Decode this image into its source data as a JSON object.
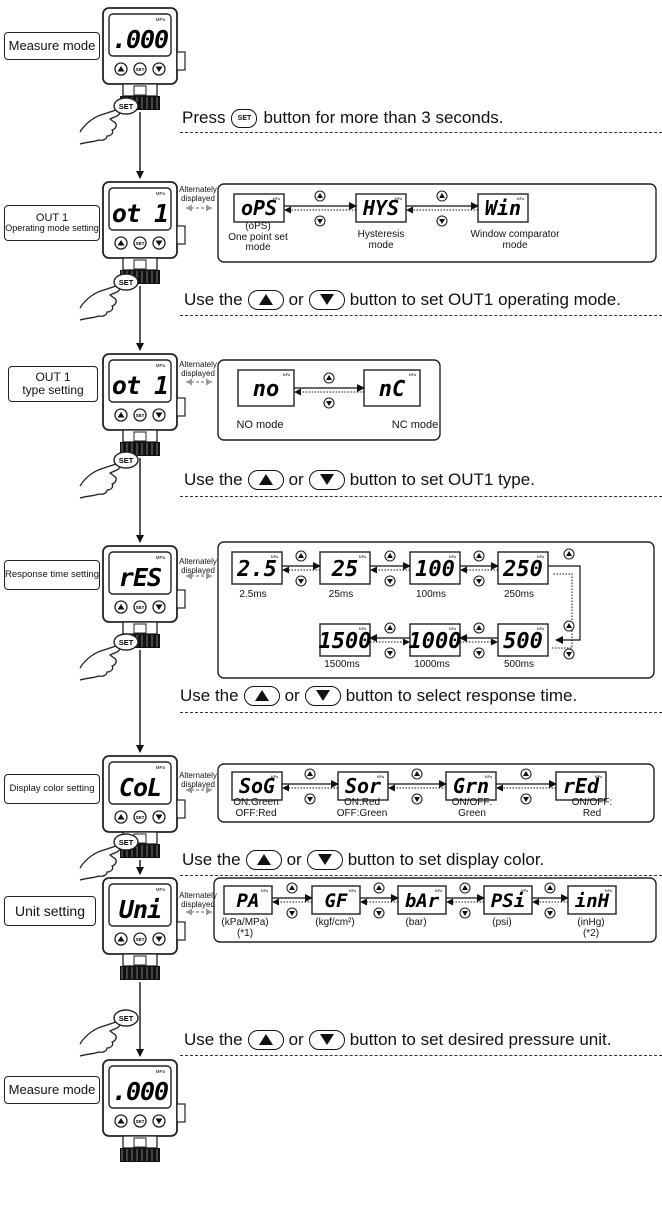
{
  "devices": [
    {
      "display": ".000"
    },
    {
      "display": "ot 1"
    },
    {
      "display": "ot 1"
    },
    {
      "display": "rES"
    },
    {
      "display": "CoL"
    },
    {
      "display": "Uni"
    },
    {
      "display": ".000"
    }
  ],
  "device_set_label": "SET",
  "hand_set_label": "SET",
  "mpa_label": "MPa",
  "steps": {
    "measure1": {
      "label": "Measure mode"
    },
    "out1_mode": {
      "label1": "OUT 1",
      "label2": "Operating mode setting"
    },
    "out1_type": {
      "label1": "OUT 1",
      "label2": "type setting"
    },
    "response": {
      "label": "Response time setting"
    },
    "color": {
      "label": "Display color setting"
    },
    "unit": {
      "label": "Unit setting"
    },
    "measure2": {
      "label": "Measure mode"
    }
  },
  "alternately": [
    "Alternately",
    "displayed"
  ],
  "captions": {
    "c1": {
      "before": "Press",
      "after": "button for more than 3 seconds."
    },
    "c2": {
      "before": "Use the",
      "or": "or",
      "after": "button to set OUT1 operating mode."
    },
    "c3": {
      "before": "Use the",
      "or": "or",
      "after": "button to set OUT1 type."
    },
    "c4": {
      "before": "Use the",
      "or": "or",
      "after": "button to select response time."
    },
    "c5": {
      "before": "Use the",
      "or": "or",
      "after": "button to set display color."
    },
    "c6": {
      "before": "Use the",
      "or": "or",
      "after": "button to set desired pressure unit."
    }
  },
  "panels": {
    "mode": [
      {
        "display": "oPS",
        "label": "(oPS)\nOne point set\nmode"
      },
      {
        "display": "HYS",
        "label": "Hysteresis\nmode"
      },
      {
        "display": "Win",
        "label": "Window comparator\nmode"
      }
    ],
    "type": [
      {
        "display": "no",
        "label": "NO mode"
      },
      {
        "display": "nC",
        "label": "NC mode"
      }
    ],
    "response": [
      {
        "display": "2.5",
        "label": "2.5ms"
      },
      {
        "display": "25",
        "label": "25ms"
      },
      {
        "display": "100",
        "label": "100ms"
      },
      {
        "display": "250",
        "label": "250ms"
      },
      {
        "display": "500",
        "label": "500ms"
      },
      {
        "display": "1000",
        "label": "1000ms"
      },
      {
        "display": "1500",
        "label": "1500ms"
      }
    ],
    "color": [
      {
        "display": "SoG",
        "label": "ON:Green\nOFF:Red"
      },
      {
        "display": "Sor",
        "label": "ON:Red\nOFF:Green"
      },
      {
        "display": "Grn",
        "label": "ON/OFF:\nGreen"
      },
      {
        "display": "rEd",
        "label": "ON/OFF:\nRed"
      }
    ],
    "unit": [
      {
        "display": "PA",
        "label": "(kPa/MPa)\n(*1)"
      },
      {
        "display": "GF",
        "label": "(kgf/cm²)"
      },
      {
        "display": "bAr",
        "label": "(bar)"
      },
      {
        "display": "PSi",
        "label": "(psi)"
      },
      {
        "display": "inH",
        "label": "(inHg)\n(*2)"
      }
    ]
  }
}
